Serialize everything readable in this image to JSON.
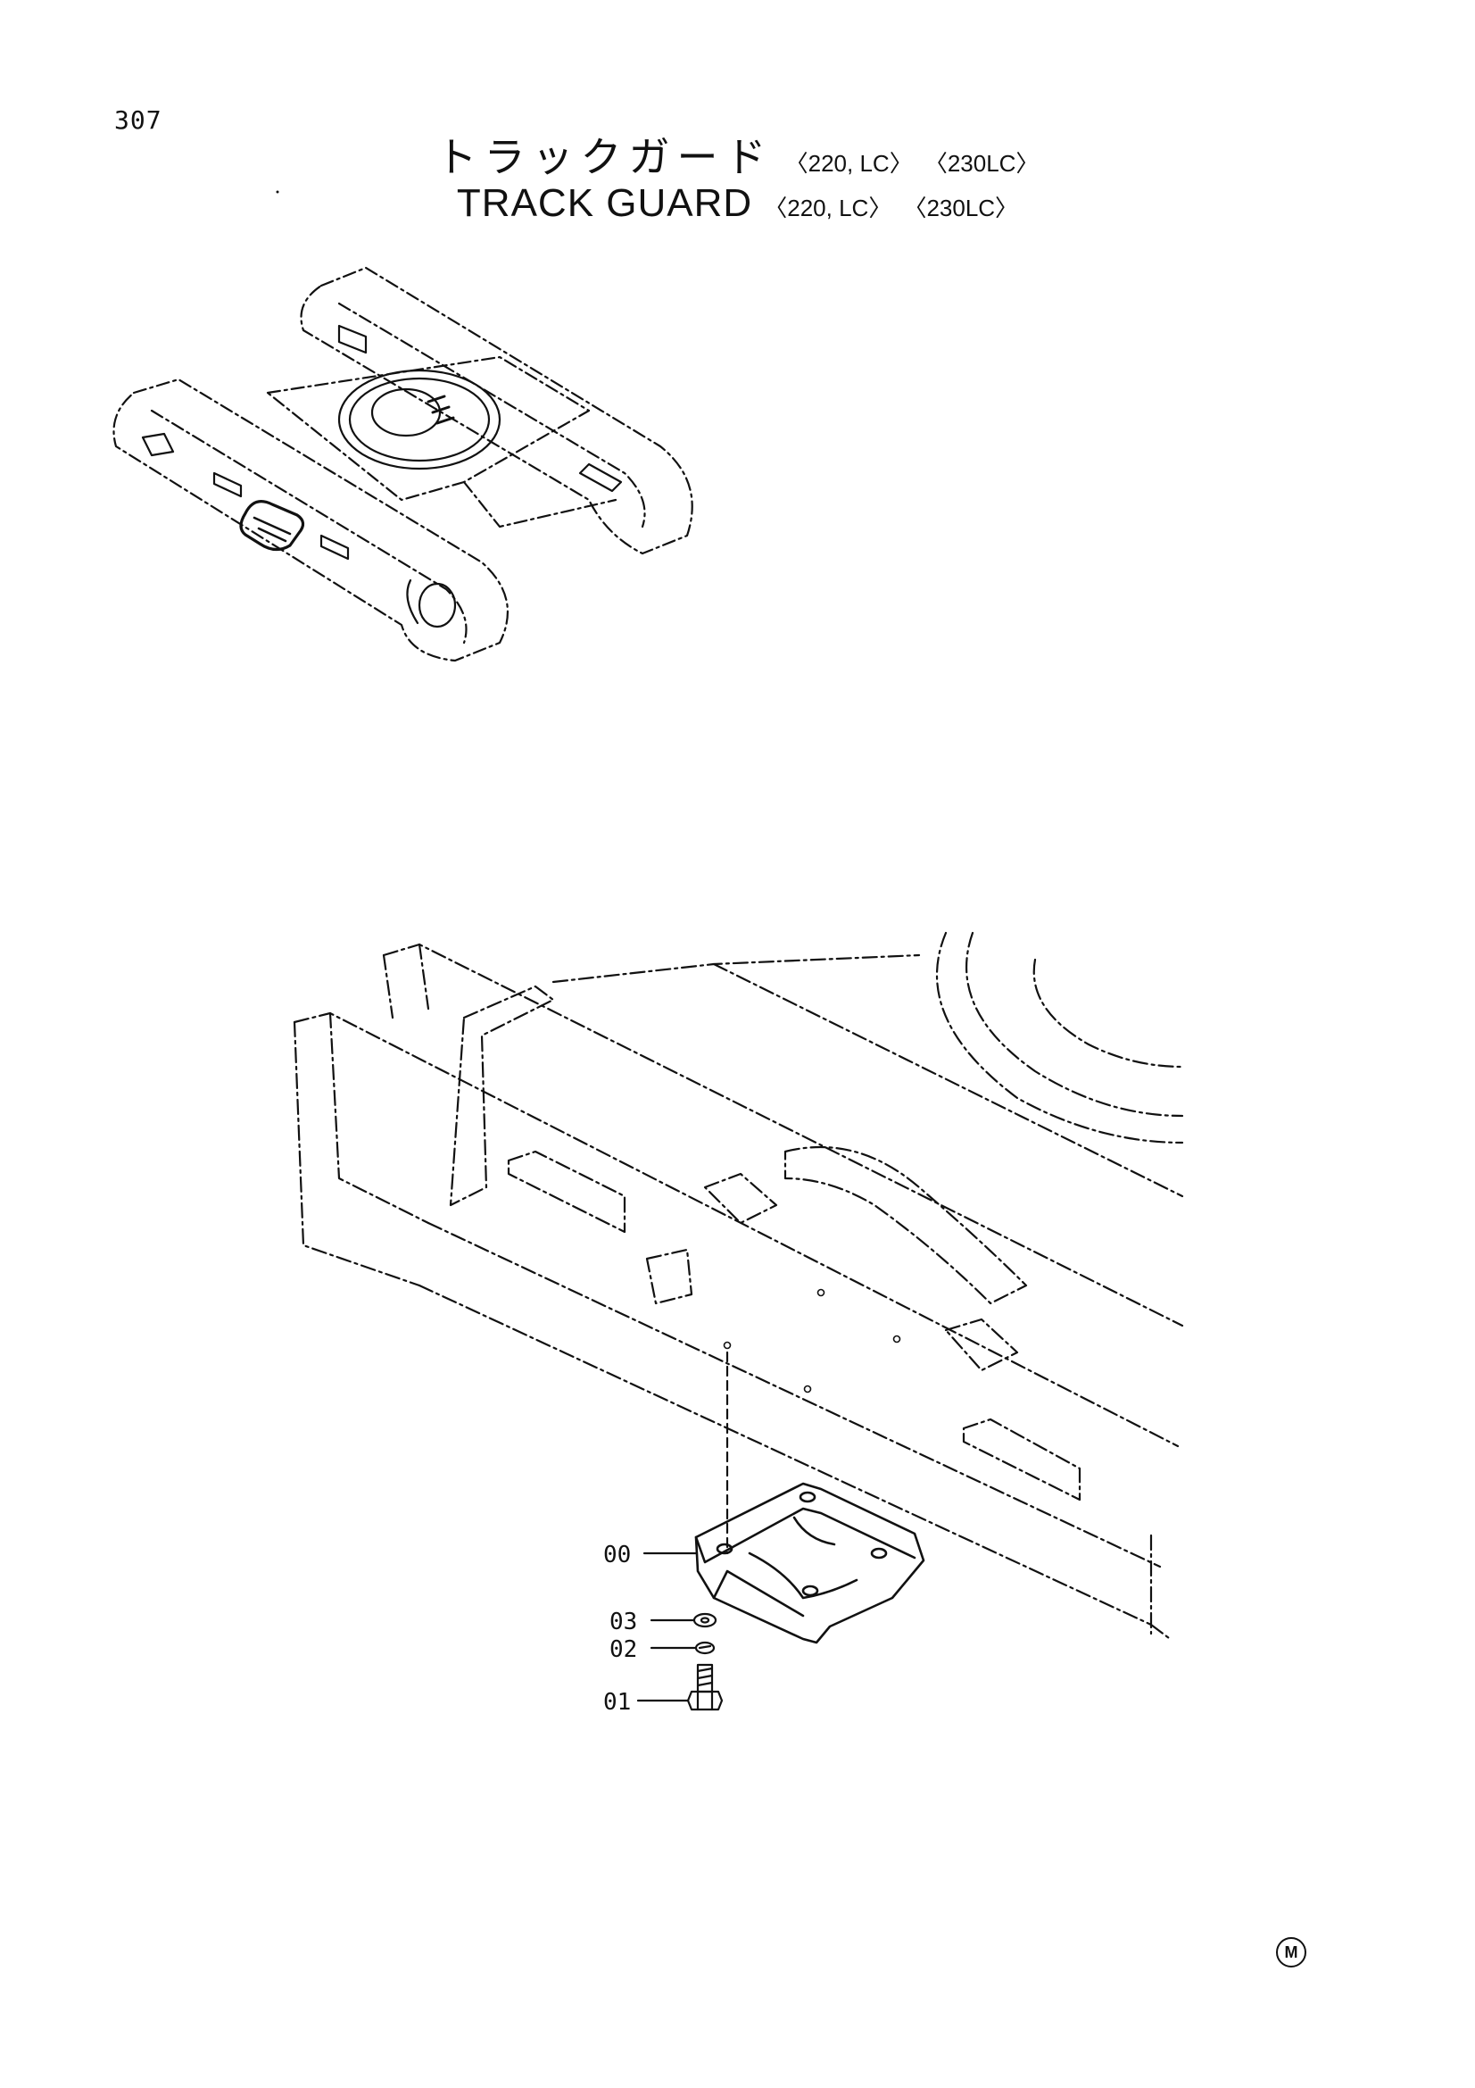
{
  "page_number": "307",
  "title": {
    "japanese": "トラックガード",
    "english": "TRACK GUARD",
    "models_1": "〈220, LC〉",
    "models_2": "〈230LC〉"
  },
  "callouts": [
    {
      "id": "00"
    },
    {
      "id": "03"
    },
    {
      "id": "02"
    },
    {
      "id": "01"
    }
  ],
  "corner_mark": "M",
  "colors": {
    "ink": "#111111",
    "background": "#ffffff"
  }
}
